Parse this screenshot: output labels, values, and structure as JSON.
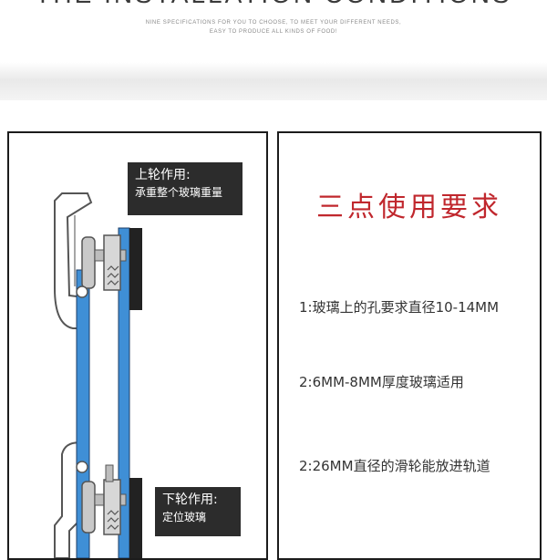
{
  "header": {
    "title": "THE INSTALLATION CONDITIONS",
    "subtitle_line1": "NINE SPECIFICATIONS FOR YOU TO CHOOSE, TO MEET YOUR DIFFERENT NEEDS,",
    "subtitle_line2": "EASY TO PRODUCE ALL KINDS OF FOOD!"
  },
  "left_panel": {
    "top_callout": {
      "title": "上轮作用:",
      "desc": "承重整个玻璃重量"
    },
    "bottom_callout": {
      "title": "下轮作用:",
      "desc": "定位玻璃"
    }
  },
  "right_panel": {
    "title": "三点使用要求",
    "items": [
      "1:玻璃上的孔要求直径10-14MM",
      "2:6MM-8MM厚度玻璃适用",
      "2:26MM直径的滑轮能放进轨道"
    ]
  },
  "colors": {
    "title_red": "#c0272d",
    "glass_blue": "#3f8fd6",
    "callout_bg": "#2c2c2c",
    "border": "#1c1c1c"
  }
}
